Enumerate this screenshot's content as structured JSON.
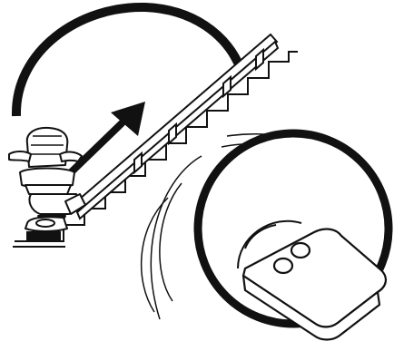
{
  "illustration": {
    "subject": "stairlift-remote-control",
    "style": "black-line-art",
    "colors": {
      "ink": "#111111",
      "paper": "#ffffff"
    },
    "icons": [
      "stairlift-chair-icon",
      "staircase-icon",
      "rail-icon",
      "direction-arrow-icon",
      "remote-control-icon",
      "signal-waves-icon"
    ],
    "remote": {
      "button_count": 2
    },
    "staircase": {
      "rail_supports": 4
    }
  }
}
